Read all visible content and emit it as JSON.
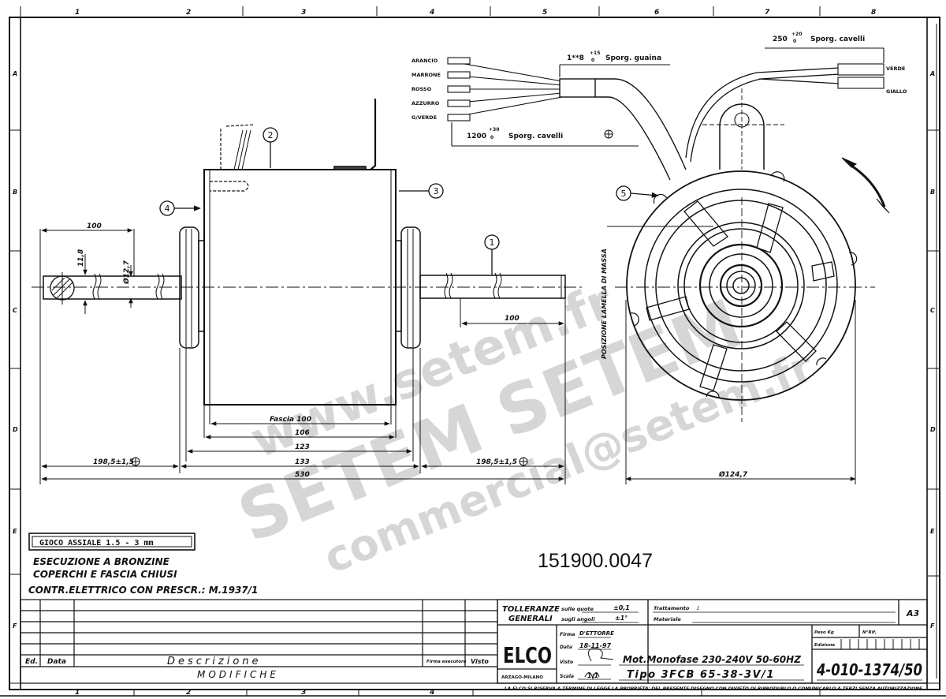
{
  "sheet": {
    "format": "A3",
    "column_markers": [
      "1",
      "2",
      "3",
      "4",
      "5",
      "6",
      "7",
      "8"
    ],
    "row_markers": [
      "A",
      "B",
      "C",
      "D",
      "E",
      "F"
    ]
  },
  "part_number": "151900.0047",
  "watermark": {
    "lines": [
      "www.setem.fr",
      "SETEM SETEM",
      "commercial@setem.fr"
    ]
  },
  "wiring": {
    "left_wires": [
      "ARANCIO",
      "MARRONE",
      "ROSSO",
      "AZZURRO",
      "G/VERDE"
    ],
    "sheath_dim": "1**8",
    "sheath_tol": "+15",
    "sheath_tol_low": "0",
    "sheath_label": "Sporg. guaina",
    "cable_dim": "1200",
    "cable_tol": "+30",
    "cable_tol_low": "0",
    "cable_label": "Sporg. cavelli",
    "right_cable_dim": "250",
    "right_cable_tol": "+20",
    "right_cable_tol_low": "0",
    "right_cable_label": "Sporg. cavelli",
    "right_wires": [
      "VERDE",
      "GIALLO"
    ]
  },
  "callouts": [
    "1",
    "2",
    "3",
    "4",
    "5"
  ],
  "dimensions": {
    "shaft_left_length": "100",
    "shaft_key_flat": "11,8",
    "shaft_diameter": "Ø12,7",
    "shaft_right_length": "100",
    "fascia": "Fascia 100",
    "d106": "106",
    "d123": "123",
    "d133": "133",
    "d530": "530",
    "left_shaft_ext": "198,5±1,5",
    "right_shaft_ext": "198,5±1,5",
    "body_diameter": "Ø124,7",
    "ground_position": "POSIZIONE LAMELLA DI MASSA"
  },
  "notes": {
    "axial_play": "GIOCO ASSIALE 1.5 - 3 mm",
    "line1": "ESECUZIONE A BRONZINE",
    "line2": "COPERCHI E FASCIA CHIUSI",
    "line3": "CONTR.ELETTRICO CON PRESCR.: M.1937/1"
  },
  "modifications_table": {
    "headers": {
      "ed": "Ed.",
      "date": "Data",
      "description": "Descrizione",
      "executor": "Firma esecutore",
      "visto": "Visto"
    },
    "footer": "MODIFICHE",
    "rows": 6
  },
  "title_block": {
    "tolerances_label_1": "TOLLERANZE",
    "tolerances_label_2": "GENERALI",
    "on_dims_label": "sulle quote",
    "on_dims_value": "±0,1",
    "on_angles_label": "sugli angoli",
    "on_angles_value": "±1°",
    "treatment_label": "Trattamento",
    "treatment_value": ":",
    "material_label": "Materiale",
    "material_value": "",
    "company": "ELCO",
    "company_location": "ARZAGO-MILANO",
    "signature_label": "Firma",
    "signature_value": "D'ETTORRE",
    "date_label": "Data",
    "date_value": "18-11-97",
    "checked_label": "Visto",
    "scale_label": "Scala",
    "scale_value": "1:1",
    "title_line1": "Mot.Monofase 230-240V 50-60HZ",
    "title_line2": "Tipo 3FCB 65-38-3V/1",
    "sheet_size": "A3",
    "weight_label": "Peso Kg",
    "ref_label": "N°Rif.",
    "edition_label": "Edizione",
    "drawing_number": "4-010-1374/50",
    "legal_notice": "LA ELCO SI RISERVA A TERMINE DI LEGGE LA PROPRIETA' DEL PRESENTE DISEGNO CON DIVIETO DI RIPRODURLO O COMUNICARLO A TERZI SENZA AUTORIZZAZIONE"
  }
}
